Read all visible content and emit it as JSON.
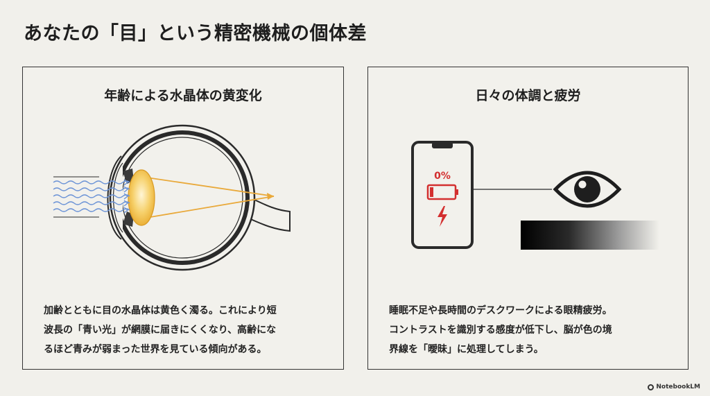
{
  "title": "あなたの「目」という精密機械の個体差",
  "left_panel": {
    "heading": "年齢による水晶体の黄変化",
    "lines": [
      "加齢とともに目の水晶体は黄色く濁る。これにより短",
      "波長の「青い光」が網膜に届きにくくなり、高齢にな",
      "るほど青みが弱まった世界を見ている傾向がある。"
    ]
  },
  "right_panel": {
    "heading": "日々の体調と疲労",
    "battery_label": "0%",
    "lines": [
      "睡眠不足や長時間のデスクワークによる眼精疲労。",
      "コントラストを識別する感度が低下し、脳が色の境",
      "界線を「曖昧」に処理してしまう。"
    ]
  },
  "colors": {
    "lens": "#f4c43e",
    "light_rays": "#6b93d6",
    "focus_lines": "#e9a93a",
    "battery_red": "#d32f2f"
  },
  "footer": {
    "brand": "NotebookLM"
  }
}
